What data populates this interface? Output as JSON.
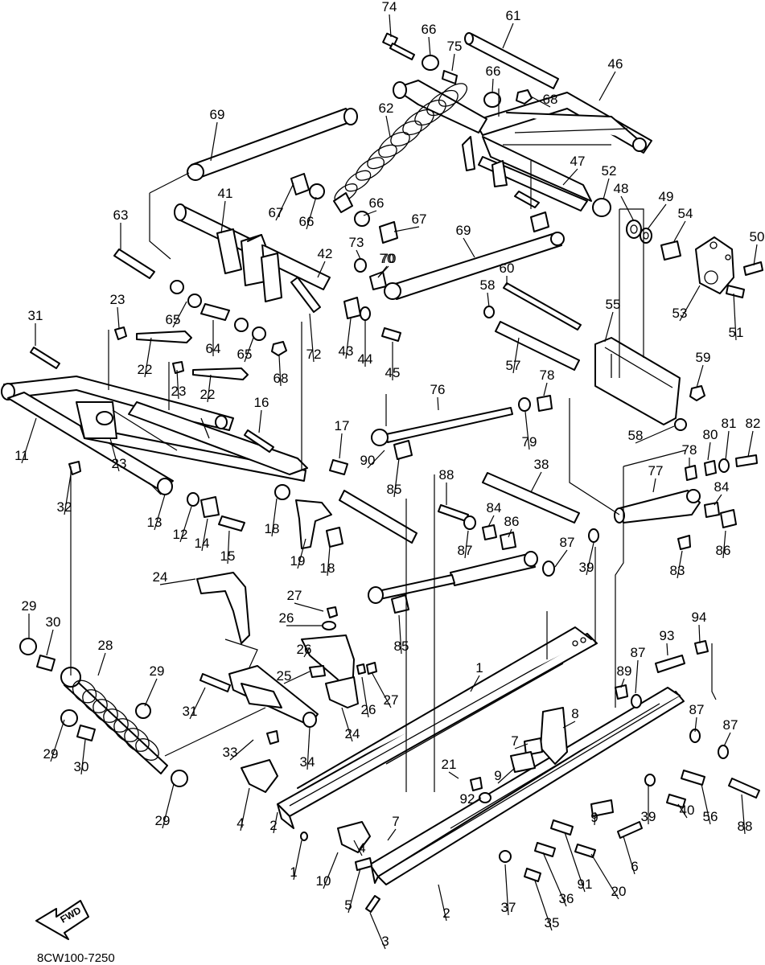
{
  "drawing_code": "8CW100-7250",
  "direction_label": "FWD",
  "callouts": [
    "74",
    "66",
    "75",
    "61",
    "66",
    "68",
    "46",
    "62",
    "69",
    "47",
    "52",
    "48",
    "49",
    "54",
    "50",
    "53",
    "51",
    "41",
    "67",
    "66",
    "66",
    "67",
    "63",
    "73",
    "70",
    "69",
    "70",
    "42",
    "60",
    "58",
    "65",
    "64",
    "65",
    "72",
    "43",
    "44",
    "45",
    "55",
    "23",
    "31",
    "22",
    "68",
    "57",
    "59",
    "22",
    "23",
    "76",
    "78",
    "16",
    "58",
    "80",
    "81",
    "82",
    "17",
    "79",
    "11",
    "23",
    "90",
    "85",
    "88",
    "38",
    "78",
    "77",
    "84",
    "32",
    "13",
    "12",
    "14",
    "15",
    "18",
    "84",
    "86",
    "19",
    "18",
    "87",
    "87",
    "39",
    "86",
    "83",
    "24",
    "27",
    "85",
    "29",
    "30",
    "28",
    "26",
    "93",
    "94",
    "26",
    "87",
    "89",
    "29",
    "25",
    "27",
    "1",
    "31",
    "26",
    "24",
    "87",
    "8",
    "87",
    "29",
    "30",
    "33",
    "34",
    "7",
    "9",
    "21",
    "4",
    "92",
    "39",
    "40",
    "56",
    "88",
    "29",
    "2",
    "9",
    "6",
    "10",
    "4",
    "7",
    "1",
    "5",
    "36",
    "91",
    "20",
    "2",
    "37",
    "3",
    "35"
  ]
}
